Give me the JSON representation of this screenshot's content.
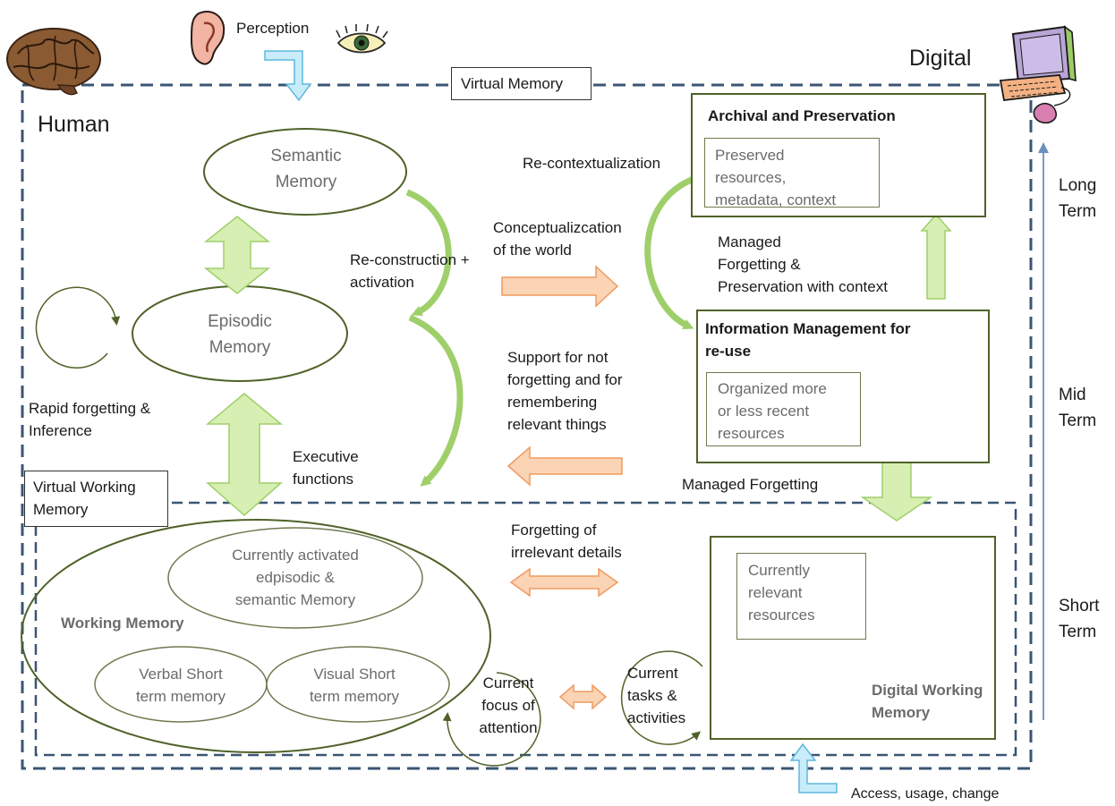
{
  "title_human": "Human",
  "title_digital": "Digital",
  "perception": "Perception",
  "virtual_memory": "Virtual Memory",
  "virtual_working_memory": "Virtual Working\nMemory",
  "semantic_memory": "Semantic\nMemory",
  "episodic_memory": "Episodic\nMemory",
  "rapid_forgetting": "Rapid forgetting &\nInference",
  "reconstruction": "Re-construction +\nactivation",
  "executive_functions": "Executive\nfunctions",
  "recontextualization": "Re-contextualization",
  "conceptualization": "Conceptualizcation\nof the world",
  "support_not_forgetting": "Support for not\nforgetting and for\nremembering\nrelevant things",
  "managed_forgetting_preservation": "Managed\nForgetting &\nPreservation with context",
  "managed_forgetting": "Managed Forgetting",
  "forgetting_irrelevant": "Forgetting of\nirrelevant details",
  "archival_title": "Archival and Preservation",
  "archival_inner": "Preserved\nresources,\nmetadata, context",
  "info_mgmt_title": "Information Management for\nre-use",
  "info_mgmt_inner": "Organized more\nor less recent\nresources",
  "digital_wm_title": "Digital Working\nMemory",
  "digital_wm_inner": "Currently\nrelevant\nresources",
  "working_memory": "Working Memory",
  "currently_activated": "Currently activated\nedpisodic &\nsemantic Memory",
  "verbal_stm": "Verbal Short\nterm memory",
  "visual_stm": "Visual Short\nterm memory",
  "current_focus": "Current\nfocus of\nattention",
  "current_tasks": "Current\ntasks &\nactivities",
  "long_term": "Long\nTerm",
  "mid_term": "Mid\nTerm",
  "short_term": "Short\nTerm",
  "access_usage": "Access, usage, change",
  "colors": {
    "frame": "#3b5573",
    "olive": "#4f6228",
    "green_arrow_fill": "#d7efb3",
    "green_arrow_stroke": "#9fcf6a",
    "orange_arrow_fill": "#fbd3b5",
    "orange_arrow_stroke": "#ef9b5f",
    "blue_arrow_fill": "#c9ecfa",
    "blue_arrow_stroke": "#5fb8dd",
    "time_axis": "#6b90c0"
  },
  "icons": [
    "brain-icon",
    "ear-icon",
    "eye-icon",
    "computer-icon"
  ]
}
